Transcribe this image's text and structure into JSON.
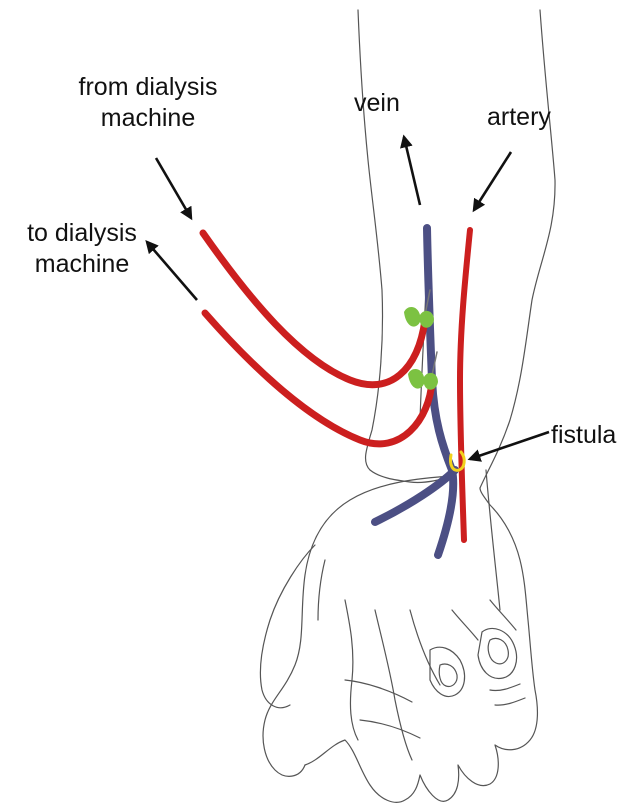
{
  "labels": {
    "from_dialysis_line1": "from dialysis",
    "from_dialysis_line2": "machine",
    "to_dialysis_line1": "to dialysis",
    "to_dialysis_line2": "machine",
    "vein": "vein",
    "artery": "artery",
    "fistula": "fistula"
  },
  "colors": {
    "artery": "#cc1f1f",
    "vein": "#4c4f84",
    "tube": "#cc1f1f",
    "clip": "#7cc242",
    "fistula": "#f2d21b",
    "outline": "#555555",
    "arrow": "#111111"
  }
}
